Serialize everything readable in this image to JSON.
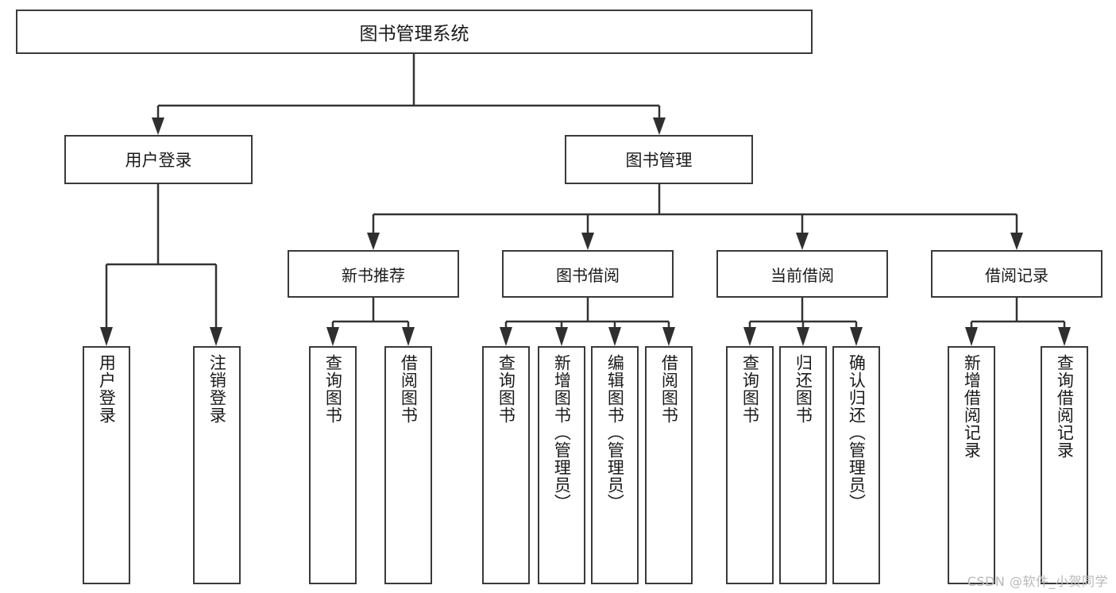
{
  "diagram": {
    "type": "tree",
    "title": "图书管理系统",
    "root": {
      "label": "图书管理系统",
      "level": 1
    },
    "level2": [
      {
        "label": "用户登录"
      },
      {
        "label": "图书管理"
      }
    ],
    "level3": [
      {
        "label": "新书推荐",
        "parent": "图书管理"
      },
      {
        "label": "图书借阅",
        "parent": "图书管理"
      },
      {
        "label": "当前借阅",
        "parent": "图书管理"
      },
      {
        "label": "借阅记录",
        "parent": "图书管理"
      }
    ],
    "leaves": {
      "user_login": [
        {
          "label": "用户登录"
        },
        {
          "label": "注销登录"
        }
      ],
      "new_book_recommend": [
        {
          "label": "查询图书"
        },
        {
          "label": "借阅图书"
        }
      ],
      "book_borrow": [
        {
          "label": "查询图书"
        },
        {
          "label": "新增图书（管理员）"
        },
        {
          "label": "编辑图书（管理员）"
        },
        {
          "label": "借阅图书"
        }
      ],
      "current_borrow": [
        {
          "label": "查询图书"
        },
        {
          "label": "归还图书"
        },
        {
          "label": "确认归还（管理员）"
        }
      ],
      "borrow_record": [
        {
          "label": "新增借阅记录"
        },
        {
          "label": "查询借阅记录"
        }
      ]
    }
  },
  "watermark": {
    "text": "CSDN @软件_小贺同学"
  },
  "colors": {
    "box_border": "#3a3a3a",
    "line": "#333333",
    "text": "#1a1a1a",
    "background": "#ffffff",
    "watermark": "#b9b9b9"
  }
}
